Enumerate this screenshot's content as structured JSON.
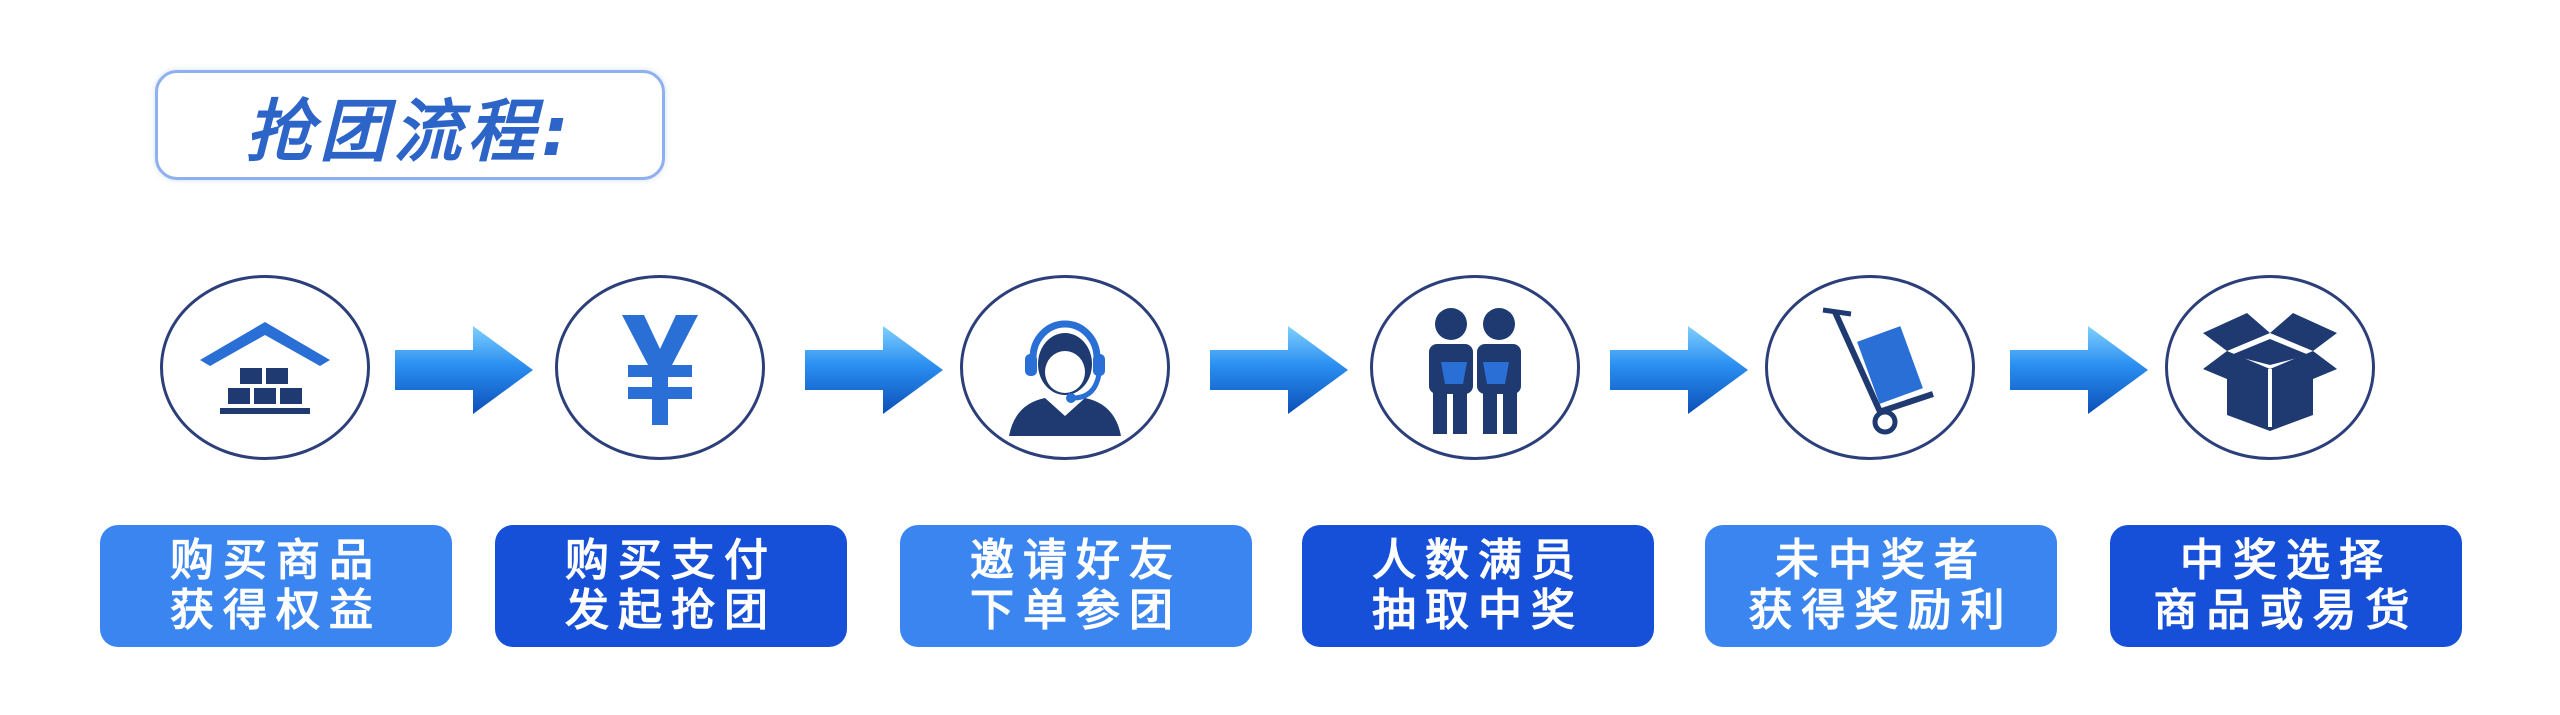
{
  "title": "抢团流程:",
  "steps": [
    {
      "line1": "购买商品",
      "line2": "获得权益",
      "icon": "warehouse-icon"
    },
    {
      "line1": "购买支付",
      "line2": "发起抢团",
      "icon": "yen-icon"
    },
    {
      "line1": "邀请好友",
      "line2": "下单参团",
      "icon": "customer-service-icon"
    },
    {
      "line1": "人数满员",
      "line2": "抽取中奖",
      "icon": "people-icon"
    },
    {
      "line1": "未中奖者",
      "line2": "获得奖励利",
      "icon": "hand-truck-icon"
    },
    {
      "line1": "中奖选择",
      "line2": "商品或易货",
      "icon": "box-icon"
    }
  ],
  "colors": {
    "title_text": "#2d64c8",
    "title_border": "#8fb0ee",
    "box_light": "#3a85f0",
    "box_dark": "#1650d8",
    "icon": "#1e3a70",
    "icon_accent": "#2a6fd6",
    "arrow": "#1a74d8"
  }
}
